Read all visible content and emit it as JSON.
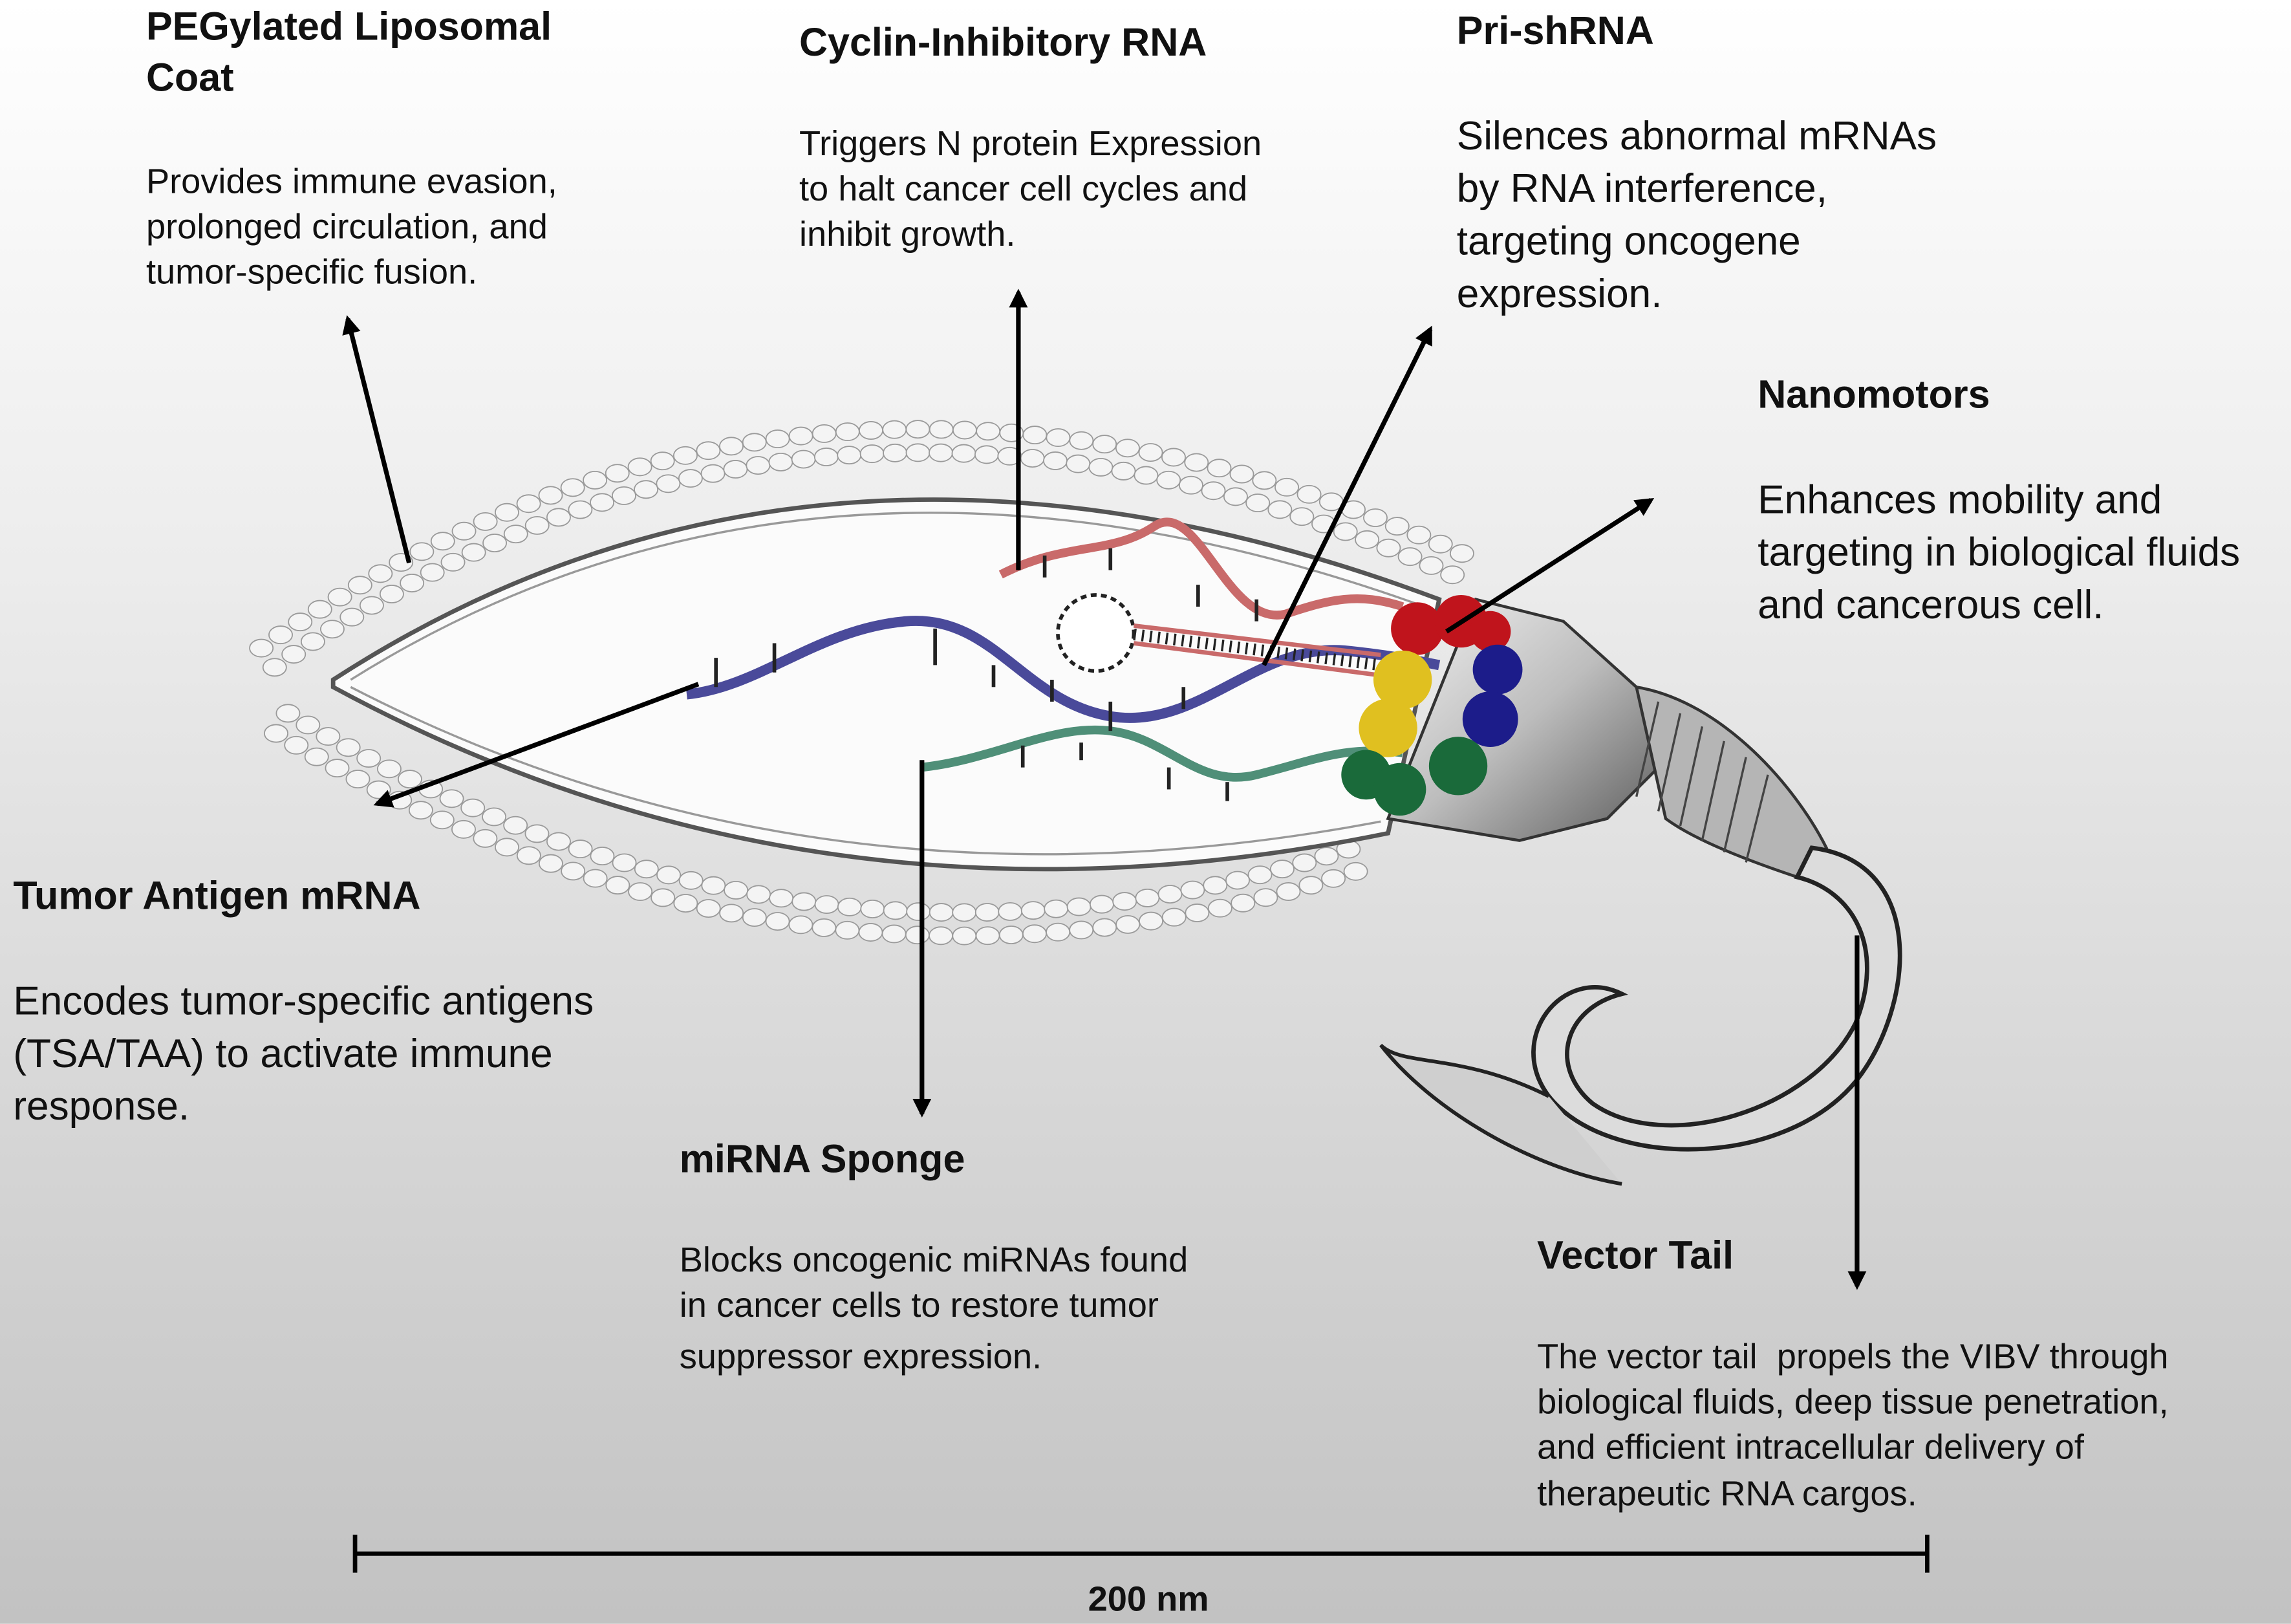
{
  "labels": {
    "peg": {
      "title": [
        "PEGylated Liposomal",
        "Coat"
      ],
      "body": [
        "Provides immune evasion,",
        "prolonged circulation, and",
        "tumor-specific fusion."
      ]
    },
    "cyclin": {
      "title": "Cyclin-Inhibitory RNA",
      "body": [
        "Triggers N protein Expression",
        "to halt cancer cell cycles and",
        "inhibit growth."
      ]
    },
    "prishrna": {
      "title": "Pri-shRNA",
      "body": [
        "Silences abnormal mRNAs",
        "by RNA interference,",
        "targeting oncogene",
        "expression."
      ]
    },
    "nanomotors": {
      "title": "Nanomotors",
      "body": [
        "Enhances mobility and",
        "targeting in biological fluids",
        "and cancerous cell."
      ]
    },
    "tumor": {
      "title": "Tumor Antigen mRNA",
      "body": [
        "Encodes tumor-specific antigens",
        "(TSA/TAA) to activate immune",
        "response."
      ]
    },
    "mirna": {
      "title": "miRNA Sponge",
      "body": [
        "Blocks oncogenic miRNAs found",
        "in cancer cells to restore tumor",
        "suppressor expression."
      ]
    },
    "tail": {
      "title": "Vector Tail",
      "body": [
        "The vector tail  propels the VIBV through",
        "biological fluids, deep tissue penetration,",
        "and efficient intracellular delivery of",
        "therapeutic RNA cargos."
      ]
    }
  },
  "scale_bar": {
    "label": "200 nm"
  },
  "colors": {
    "red_strand": "#c96a6a",
    "blue_strand": "#4a4a9a",
    "green_strand": "#4f8f78",
    "motor_red": "#c0141c",
    "motor_blue": "#1c1c8a",
    "motor_yellow": "#e0c020",
    "motor_green": "#1a6a3a"
  }
}
